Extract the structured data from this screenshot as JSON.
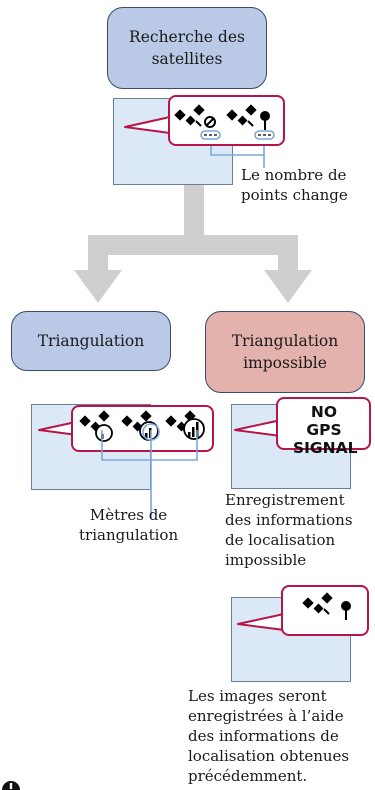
{
  "nodes": {
    "searching": {
      "line1": "Recherche des",
      "line2": "satellites"
    },
    "triangulation": {
      "label": "Triangulation"
    },
    "impossible": {
      "line1": "Triangulation",
      "line2": "impossible"
    }
  },
  "callouts": {
    "no_gps": {
      "line1": "NO GPS",
      "line2": "SIGNAL"
    }
  },
  "labels": {
    "points_change": {
      "line1": "Le nombre de",
      "line2": "points change"
    },
    "meters": {
      "line1": "Mètres de",
      "line2": "triangulation"
    },
    "recording_impossible": {
      "line1": "Enregistrement",
      "line2": "des informations",
      "line3": "de localisation",
      "line4": "impossible"
    },
    "previous_info": {
      "line1": "Les images seront",
      "line2": "enregistrées à l’aide",
      "line3": "des informations de",
      "line4": "localisation obtenues",
      "line5": "précédemment."
    }
  },
  "icons": [
    "satellite-icon",
    "no-signal-icon",
    "pin-icon",
    "signal-bars-icon",
    "note-icon"
  ],
  "colors": {
    "node_blue": "#b9c9e6",
    "node_red": "#e4b2ac",
    "callout_border": "#b5154a",
    "screen_fill": "#dbe8f6",
    "connector": "#7ea7d8",
    "arrow": "#cfcfcf"
  }
}
